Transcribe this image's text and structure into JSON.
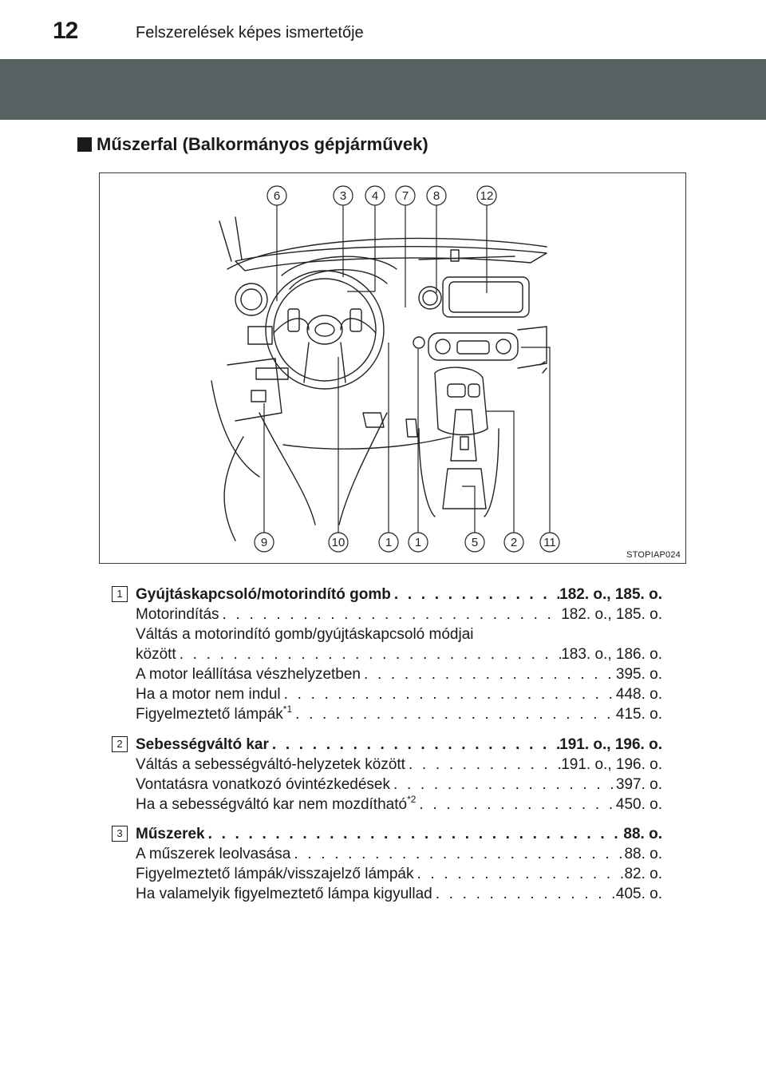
{
  "header": {
    "page_number": "12",
    "title": "Felszerelések képes ismertetője"
  },
  "section": {
    "heading": "Műszerfal (Balkormányos gépjárművek)"
  },
  "figure": {
    "code": "STOPIAP024",
    "top_callouts": [
      "6",
      "3",
      "4",
      "7",
      "8",
      "12"
    ],
    "bottom_callouts": [
      "9",
      "10",
      "1",
      "1",
      "5",
      "2",
      "11"
    ]
  },
  "entries": [
    {
      "number": "1",
      "title": {
        "text": "Gyújtáskapcsoló/motorindító gomb",
        "pages": "182. o., 185. o."
      },
      "items": [
        {
          "text": "Motorindítás",
          "pages": "182. o., 185. o."
        },
        {
          "text": "Váltás a motorindító gomb/gyújtáskapcsoló módjai",
          "pages": ""
        },
        {
          "text": "között",
          "pages": "183. o., 186. o."
        },
        {
          "text": "A motor leállítása vészhelyzetben",
          "pages": "395. o."
        },
        {
          "text": "Ha a motor nem indul",
          "pages": "448. o."
        },
        {
          "text": "Figyelmeztető lámpák",
          "sup": "*1",
          "pages": "415. o."
        }
      ]
    },
    {
      "number": "2",
      "title": {
        "text": "Sebességváltó kar",
        "pages": "191. o., 196. o."
      },
      "items": [
        {
          "text": "Váltás a sebességváltó-helyzetek között",
          "pages": "191. o., 196. o."
        },
        {
          "text": "Vontatásra vonatkozó óvintézkedések",
          "pages": "397. o."
        },
        {
          "text": "Ha a sebességváltó kar nem mozdítható",
          "sup": "*2",
          "pages": "450. o."
        }
      ]
    },
    {
      "number": "3",
      "title": {
        "text": "Műszerek",
        "pages": "88. o."
      },
      "items": [
        {
          "text": "A műszerek leolvasása",
          "pages": "88. o."
        },
        {
          "text": "Figyelmeztető lámpák/visszajelző lámpák",
          "pages": "82. o."
        },
        {
          "text": "Ha valamelyik figyelmeztető lámpa kigyullad",
          "pages": "405. o."
        }
      ]
    }
  ],
  "colors": {
    "header_band": "#566163",
    "text": "#1a1a1a"
  }
}
